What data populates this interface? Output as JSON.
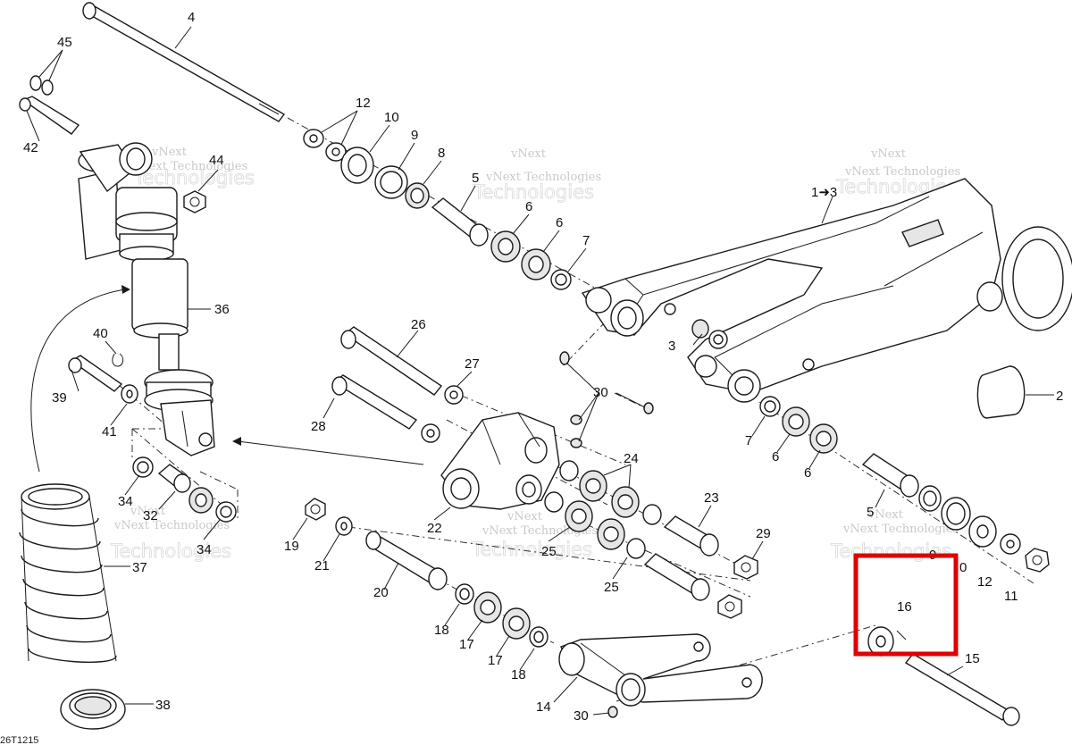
{
  "diagram": {
    "reference_code": "26T1215",
    "watermark": {
      "line1": "vNext",
      "line2": "vNext Technologies",
      "big": "Technologies"
    },
    "labels": {
      "l4": "4",
      "l45": "45",
      "l42": "42",
      "l44": "44",
      "l12a": "12",
      "l10a": "10",
      "l9a": "9",
      "l8": "8",
      "l5a": "5",
      "l6a": "6",
      "l6b": "6",
      "l7a": "7",
      "l1_3": "1➜3",
      "l3": "3",
      "l2": "2",
      "l36": "36",
      "l40": "40",
      "l39": "39",
      "l41": "41",
      "l26": "26",
      "l27": "27",
      "l28": "28",
      "l30a": "30",
      "l24": "24",
      "l22": "22",
      "l23": "23",
      "l29": "29",
      "l25a": "25",
      "l25b": "25",
      "l34a": "34",
      "l32": "32",
      "l34b": "34",
      "l37": "37",
      "l38": "38",
      "l19": "19",
      "l21": "21",
      "l20": "20",
      "l18a": "18",
      "l17a": "17",
      "l17b": "17",
      "l18b": "18",
      "l14": "14",
      "l30b": "30",
      "l7b": "7",
      "l6c": "6",
      "l6d": "6",
      "l5b": "5",
      "l10b": "0",
      "l9b": "9",
      "l12b": "12",
      "l11": "11",
      "l16": "16",
      "l15": "15"
    }
  }
}
